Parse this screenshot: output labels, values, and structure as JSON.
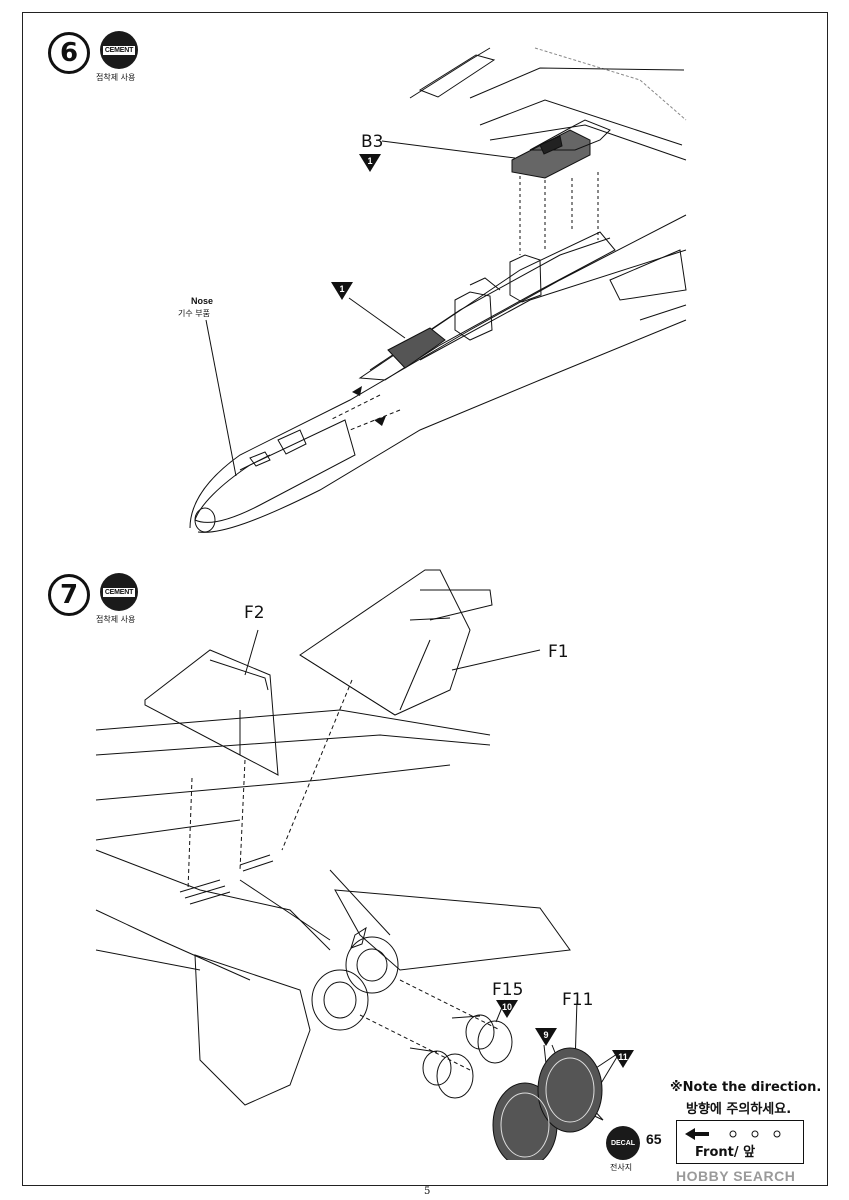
{
  "step6": {
    "number": "6",
    "cement_label": "CEMENT",
    "cement_ko": "접착제 사용",
    "part_b3": "B3",
    "marker_1a": "1",
    "marker_1b": "1",
    "nose_en": "Nose",
    "nose_ko": "기수 부품"
  },
  "step7": {
    "number": "7",
    "cement_label": "CEMENT",
    "cement_ko": "접착제 사용",
    "part_f2": "F2",
    "part_f1": "F1",
    "part_f15": "F15",
    "part_f11": "F11",
    "marker_10": "10",
    "marker_9": "9",
    "marker_11": "11",
    "note_en": "※Note the direction.",
    "note_ko": "방향에 주의하세요.",
    "front_label": "Front/ 앞",
    "decal_label": "DECAL",
    "decal_number": "65",
    "decal_ko": "전사지"
  },
  "watermark": "HOBBY SEARCH",
  "page_number": "5"
}
